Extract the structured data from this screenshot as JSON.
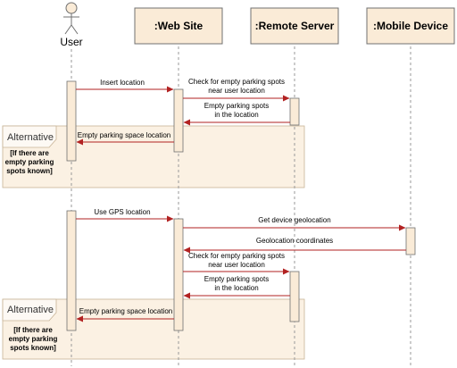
{
  "participants": {
    "user": {
      "label": "User"
    },
    "website": {
      "label": ":Web Site"
    },
    "remote": {
      "label": ":Remote Server"
    },
    "mobile": {
      "label": ":Mobile Device"
    }
  },
  "fragments": [
    {
      "keyword": "Alternative",
      "guard": [
        "[If there are",
        "empty parking",
        "spots known]"
      ]
    },
    {
      "keyword": "Alternative",
      "guard": [
        "[If there are",
        "empty parking",
        "spots known]"
      ]
    }
  ],
  "messages": {
    "m1": [
      "Insert location"
    ],
    "m2": [
      "Check for empty parking spots",
      "near user location"
    ],
    "m3": [
      "Empty parking spots",
      "in the location"
    ],
    "m4": [
      "Empty parking space location"
    ],
    "m5": [
      "Use GPS location"
    ],
    "m6": [
      "Get device geolocation"
    ],
    "m7": [
      "Geolocation coordinates"
    ],
    "m8": [
      "Check for empty parking spots",
      "near user location"
    ],
    "m9": [
      "Empty parking spots",
      "in the location"
    ],
    "m10": [
      "Empty parking space location"
    ]
  },
  "colors": {
    "header_fill": "#faebd7",
    "header_stroke": "#707070",
    "fragment_fill": "#faebd7",
    "arrow": "#b22222",
    "lifeline": "#999999"
  }
}
